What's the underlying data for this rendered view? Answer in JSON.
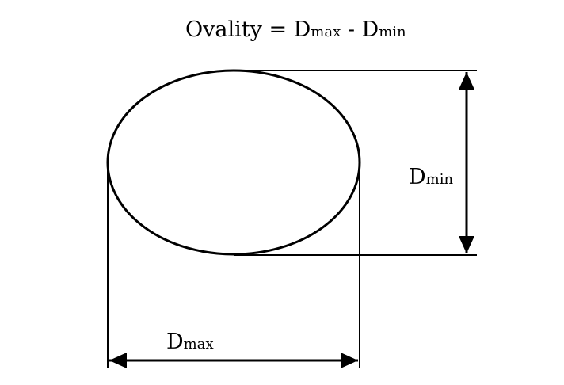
{
  "title": {
    "prefix": "Ovality = D",
    "max_sub": "max",
    "middle": " - D",
    "min_sub": "min"
  },
  "labels": {
    "dmin": {
      "main": "D",
      "sub": "min"
    },
    "dmax": {
      "main": "D",
      "sub": "max"
    }
  },
  "colors": {
    "stroke": "#000000",
    "background": "#ffffff"
  }
}
